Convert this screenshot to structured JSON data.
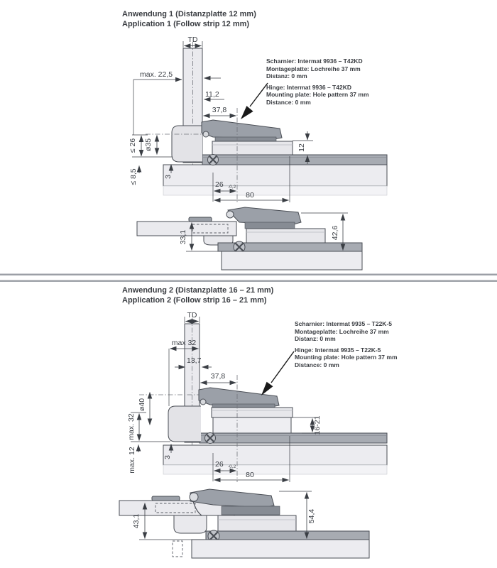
{
  "colors": {
    "outline": "#4a4e55",
    "dimension": "#3a3e44",
    "panel_light": "#eaeaee",
    "panel_dark": "#a7abb2",
    "hinge_arm": "#9ba0a8",
    "leader_arrow": "#1a1a1a"
  },
  "app1": {
    "title_de": "Anwendung 1 (Distanzplatte 12 mm)",
    "title_en": "Application 1 (Follow strip 12 mm)",
    "note_de": [
      "Scharnier: Intermat 9936 – T42KD",
      "Montageplatte: Lochreihe 37 mm",
      "Distanz: 0 mm"
    ],
    "note_en": [
      "Hinge: Intermat 9936 – T42KD",
      "Mounting plate: Hole pattern 37 mm",
      "Distance: 0 mm"
    ],
    "dims": {
      "td": "TD",
      "overlay": "max. 22,5",
      "reveal": "11,2",
      "arm_axis": "37,8",
      "cup_dia": "ø35",
      "edge_dist": "≤ 26",
      "gap_bottom": "≤ 8,5",
      "gap3": "3",
      "plate_h": "12",
      "hole26": "26",
      "tol": "-0,2",
      "hole80": "80",
      "open_a": "33,1",
      "open_b": "42,6"
    }
  },
  "app2": {
    "title_de": "Anwendung 2 (Distanzplatte 16 – 21 mm)",
    "title_en": "Application 2 (Follow strip 16 – 21 mm)",
    "note_de": [
      "Scharnier: Intermat 9935 – T22K-5",
      "Montageplatte: Lochreihe 37 mm",
      "Distanz: 0 mm"
    ],
    "note_en": [
      "Hinge: Intermat 9935 – T22K-5",
      "Mounting plate: Hole pattern 37 mm",
      "Distance: 0 mm"
    ],
    "dims": {
      "td": "TD",
      "overlay": "max 32",
      "reveal": "13,7",
      "arm_axis": "37,8",
      "cup_dia": "ø40",
      "edge_dist": "max. 32",
      "gap_bottom": "max. 12",
      "gap3": "3",
      "plate_h": "16-21",
      "hole26": "26",
      "tol": "-0,2",
      "hole80": "80",
      "open_a": "43,1",
      "open_b": "54,4"
    }
  }
}
